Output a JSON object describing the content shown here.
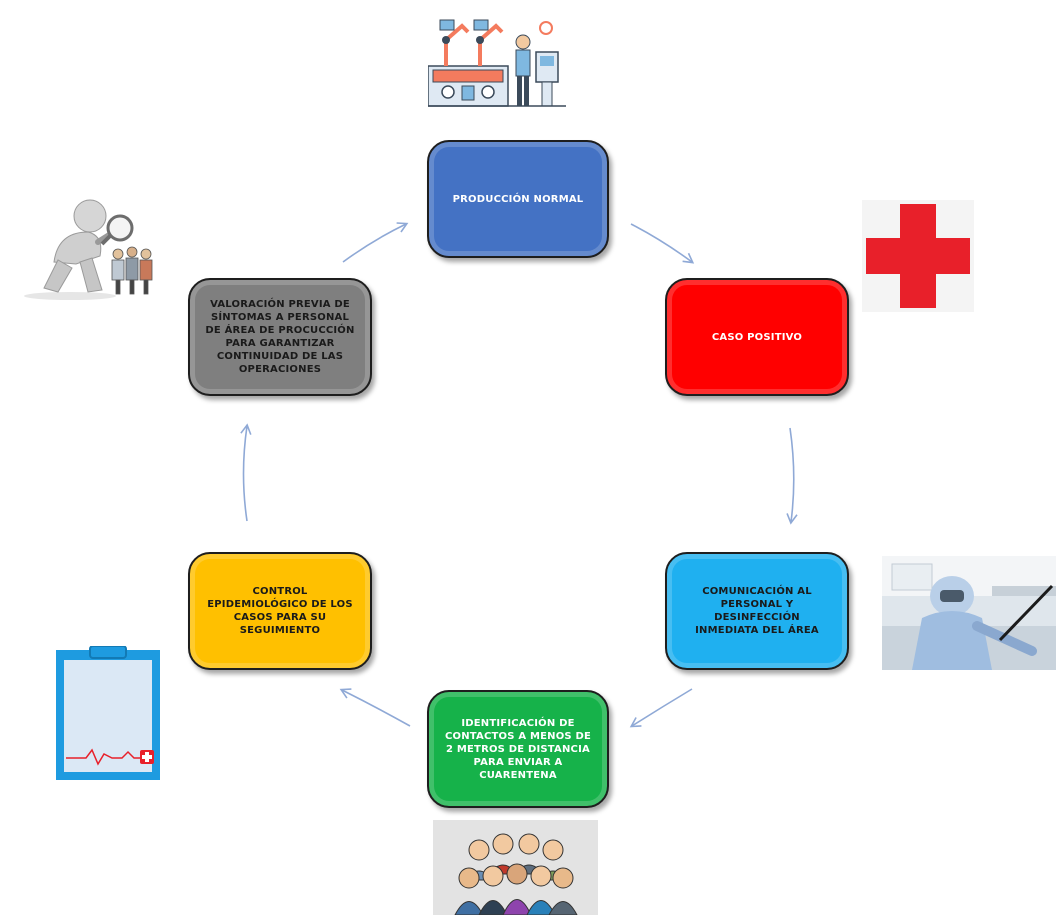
{
  "steps": {
    "produccion": {
      "label": "PRODUCCIÓN NORMAL",
      "color": "#4472c4"
    },
    "caso_positivo": {
      "label": "CASO POSITIVO",
      "color": "#ff0000"
    },
    "comunicacion": {
      "label": "COMUNICACIÓN AL PERSONAL Y DESINFECCIÓN INMEDIATA DEL ÁREA",
      "color": "#1fb0f0"
    },
    "identificacion": {
      "label": "IDENTIFICACIÓN DE CONTACTOS A MENOS DE 2 METROS DE DISTANCIA PARA ENVIAR A CUARENTENA",
      "color": "#16b24a"
    },
    "control": {
      "label": "CONTROL EPIDEMIOLÓGICO DE LOS CASOS PARA SU SEGUIMIENTO",
      "color": "#ffc000"
    },
    "valoracion": {
      "label": "VALORACIÓN PREVIA DE SÍNTOMAS A PERSONAL DE ÁREA DE PROCUCCIÓN PARA GARANTIZAR CONTINUIDAD DE LAS OPERACIONES",
      "color": "#7f7f7f"
    }
  },
  "icons": {
    "factory": "factory-robots-icon",
    "cross": "red-cross-icon",
    "disinfection": "disinfection-worker-icon",
    "people": "group-of-people-icon",
    "clipboard": "medical-clipboard-icon",
    "inspector": "inspector-magnifier-icon"
  },
  "arrow_color": "#8fa9d6"
}
